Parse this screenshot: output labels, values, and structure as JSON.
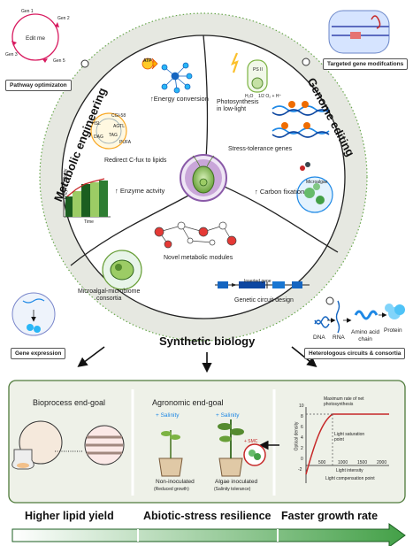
{
  "corners": {
    "pathway": "Pathway optimizaton",
    "targeted": "Targeted gene modifcations",
    "gene_expression": "Gene expression",
    "heterologous": "Heterologous circuits & consortia"
  },
  "cycle": {
    "center": "Edit me",
    "gen1": "Gen 1",
    "gen2": "Gen 2",
    "gen3": "Gen 3",
    "gen5": "Gen 5"
  },
  "ring_labels": {
    "metabolic": "Metabolic engineering",
    "genome": "Genome editing",
    "synthetic": "Synthetic biology"
  },
  "segments": {
    "energy": "↑Energy conversion",
    "photosynthesis": "Photosynthesis\nin low-light",
    "stress": "Stress-tolerance genes",
    "carbon": "↑ Carbon fixation",
    "redirect": "Redirect C-fux to lipids",
    "enzyme": "↑ Enzyme actvity",
    "modules": "Novel metabolic modules",
    "consortia": "Microalgal-microbiome\nconsortia",
    "circuit": "Genetic circuit design"
  },
  "small": {
    "atp": "ATP",
    "hsl": "HSL",
    "cgi58": "CGI-58",
    "agtl": "AGTL",
    "dag": "DAG",
    "tag": "TAG",
    "pufa": "PUFA",
    "psii": "PS II",
    "h2o": "H₂O",
    "h2o2": "1/2 O₂ + H⁺",
    "enzyme_y": "Enzyme activity",
    "time": "Time",
    "microalgae": "Microalgae",
    "inserted_gene": "Inserted gene"
  },
  "flow": {
    "dna": "DNA",
    "rna": "RNA",
    "amino": "Amino acid\nchain",
    "protein": "Protein"
  },
  "bottom_panel": {
    "bioprocess": "Bioprocess end-goal",
    "agronomic": "Agronomic end-goal",
    "salinity1": "+ Salinity",
    "salinity2": "+ Salinity",
    "non_inoculated": "Non-inoculated",
    "reduced": "(Reduced growth)",
    "algae_inoculated": "Algae inoculated",
    "tolerance": "(Salinity tolerance)",
    "smc": "+ SMC"
  },
  "light_curve": {
    "max_rate": "Maximum rate of net\nphotosynthesis",
    "saturation": "Light saturation\npoint",
    "compensation": "Light compensation point",
    "xlabel": "Light intensity",
    "ylabel": "Optical density",
    "y_ticks": [
      "10",
      "8",
      "6",
      "4",
      "2",
      "0",
      "-2"
    ],
    "x_ticks": [
      "500",
      "1000",
      "1500",
      "2000"
    ]
  },
  "goals": {
    "g1": "Higher lipid yield",
    "g2": "Abiotic-stress resilience",
    "g3": "Faster growth rate"
  },
  "colors": {
    "ring": "#e4e7df",
    "panel": "#eef1e8",
    "arrow": "#4caf50",
    "accent_red": "#c62828",
    "purple": "#b48bc8"
  }
}
